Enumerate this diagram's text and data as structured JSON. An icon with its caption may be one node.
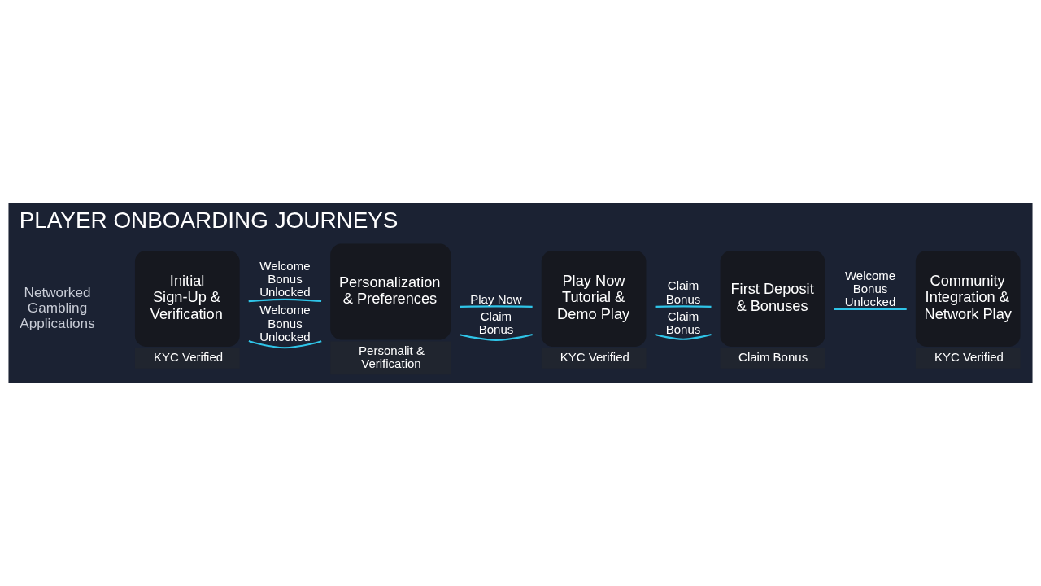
{
  "diagram": {
    "title": "PLAYER ONBOARDING JOURNEYS",
    "nodes": [
      {
        "text": [
          "Initial Sign-Up & Verification"
        ],
        "beside": [
          "KYC Verified"
        ]
      },
      {
        "text": [
          "Personalization & Preferences"
        ],
        "beside": [
          "Personalit & Verification"
        ]
      },
      {
        "text": [
          "Play Now",
          "Tutorial & Demo Play"
        ],
        "beside": [
          "KYC Verified"
        ]
      },
      {
        "text": [
          "First Deposit & Bonuses"
        ],
        "beside": [
          "Claim Bonus"
        ]
      },
      {
        "text": [
          "Community Integration & Network Play"
        ],
        "beside": [
          "KYC Verified"
        ]
      }
    ],
    "edges": [
      {
        "from": 0,
        "to": 1,
        "arrow": "none",
        "label": "Welcome Bonus Unlocked"
      },
      {
        "from": 0,
        "to": 1,
        "arrow": "none",
        "label": "Welcome Bonus Unlocked"
      },
      {
        "from": 1,
        "to": 2,
        "arrow": "none",
        "label": "Play Now"
      },
      {
        "from": 1,
        "to": 2,
        "arrow": "none",
        "label": "Claim Bonus"
      },
      {
        "from": 2,
        "to": 3,
        "arrow": "none",
        "label": "Claim Bonus"
      },
      {
        "from": 2,
        "to": 3,
        "arrow": "none",
        "label": "Claim Bonus"
      },
      {
        "from": 3,
        "to": 4,
        "arrow": "none",
        "label": "Welcome Bonus Unlocked"
      }
    ],
    "labels": [
      "Networked Gambling Applications"
    ]
  }
}
